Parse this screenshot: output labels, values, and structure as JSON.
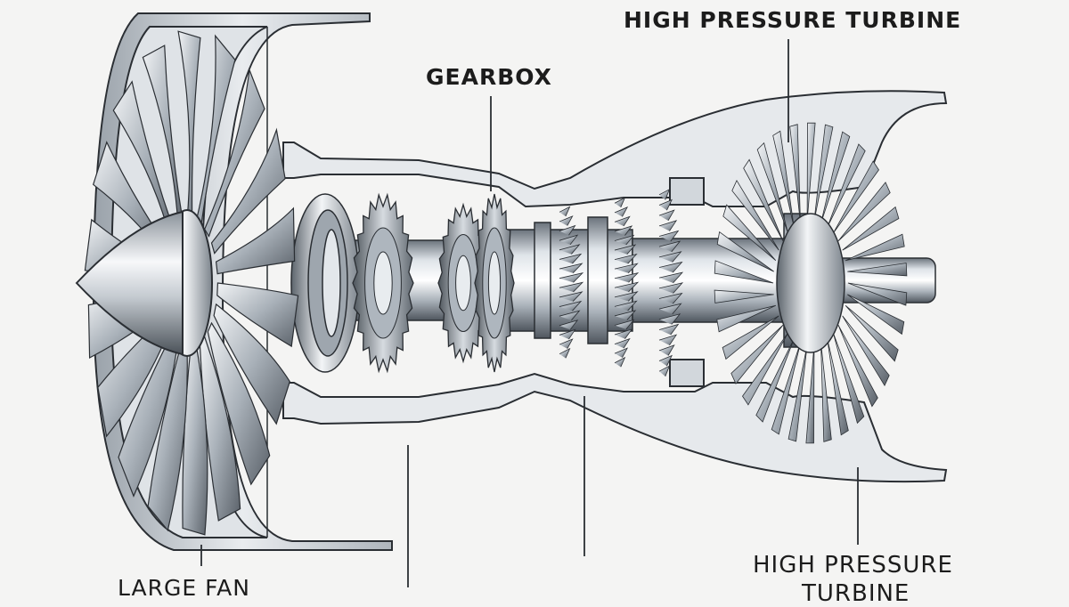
{
  "labels": {
    "hpt_top": "HIGH PRESSURE TURBINE",
    "gearbox": "GEARBOX",
    "large_fan": "LARGE FAN",
    "hpt_bottom_line1": "HIGH PRESSURE",
    "hpt_bottom_line2": "TURBINE"
  },
  "colors": {
    "background": "#f4f4f3",
    "metal_light": "#eef1f4",
    "metal_mid": "#b9c0c7",
    "metal_dark": "#59616a",
    "outline": "#2a2e33"
  }
}
